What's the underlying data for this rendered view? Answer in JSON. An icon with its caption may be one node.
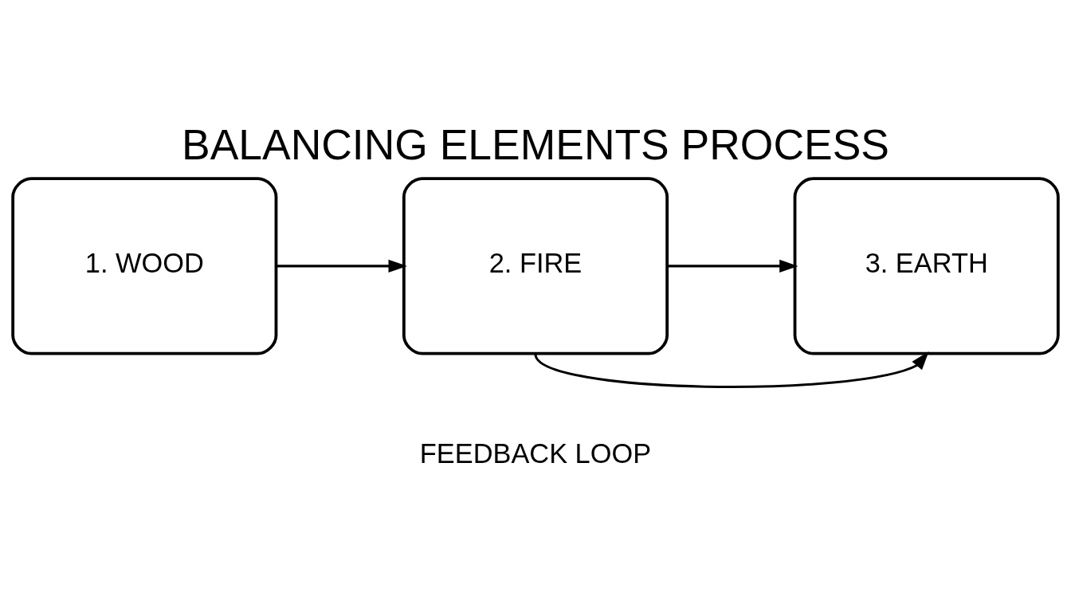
{
  "diagram": {
    "title": "BALANCING ELEMENTS PROCESS",
    "nodes": [
      {
        "text": [
          "1. WOOD"
        ]
      },
      {
        "text": [
          "2. FIRE"
        ]
      },
      {
        "text": [
          "3. EARTH"
        ]
      }
    ],
    "edges": [
      {
        "from": 0,
        "to": 1,
        "arrow": "to"
      },
      {
        "from": 1,
        "to": 2,
        "arrow": "to"
      },
      {
        "from": 1,
        "to": 2,
        "arrow": "to"
      }
    ],
    "labels": [
      "FEEDBACK LOOP"
    ]
  }
}
